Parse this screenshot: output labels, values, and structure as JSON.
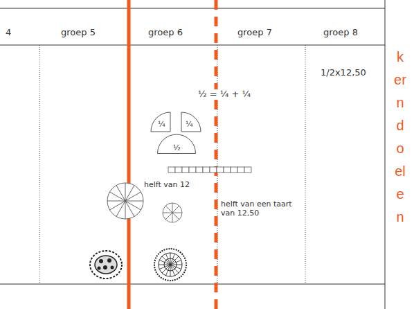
{
  "diagram": {
    "nodes": [
      {
        "text": [
          "¼"
        ]
      },
      {
        "text": [
          "¼"
        ]
      },
      {
        "text": [
          "½"
        ]
      }
    ],
    "labels": [
      "4",
      "groep 5",
      "groep 6",
      "groep 7",
      "groep 8",
      "1/2x12,50",
      "½ = ¼ + ¼",
      "helft van 12",
      "helft van een taart van 12,50",
      "kerndoelen"
    ]
  }
}
